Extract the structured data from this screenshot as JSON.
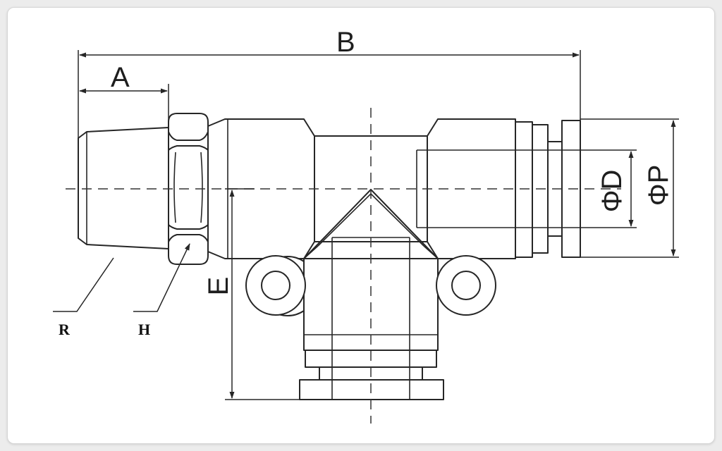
{
  "diagram": {
    "labels": {
      "A": "A",
      "B": "B",
      "D": "ΦD",
      "P": "ΦP",
      "E": "E",
      "R": "R",
      "H": "H"
    },
    "colors": {
      "line": "#262626",
      "background": "#ffffff",
      "frame": "#ececec"
    }
  }
}
